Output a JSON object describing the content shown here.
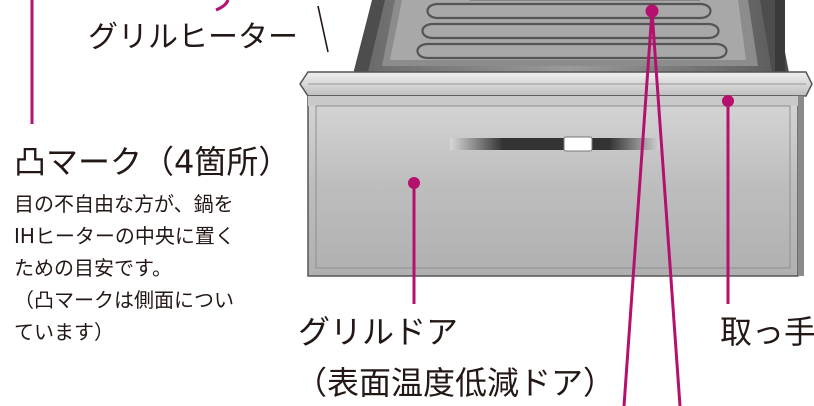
{
  "labels": {
    "grill_heater": "グリルヒーター",
    "bump_mark": "凸マーク（4箇所）",
    "bump_desc_lines": [
      "目の不自由な方が、鍋を",
      "IHヒーターの中央に置く",
      "ための目安です。",
      "（凸マークは側面につい",
      "ています）"
    ],
    "grill_door": "グリルドア",
    "grill_door_sub": "（表面温度低減ドア）",
    "handle": "取っ手"
  },
  "colors": {
    "leader": "#b5106e",
    "text": "#231815"
  }
}
